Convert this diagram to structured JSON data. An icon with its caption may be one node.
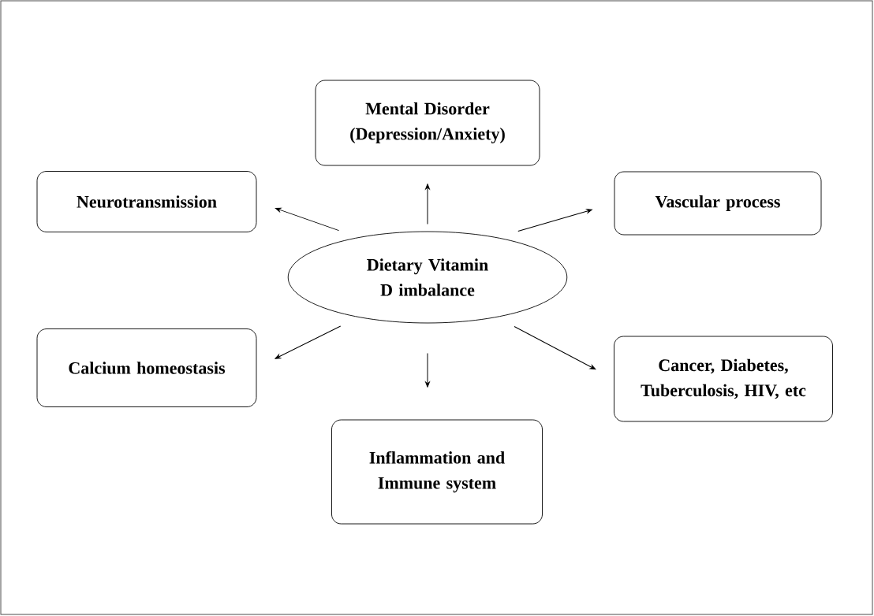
{
  "diagram": {
    "nodes": [
      {
        "text": [
          "Dietary Vitamin D imbalance"
        ]
      },
      {
        "text": [
          "Mental Disorder (Depression/Anxiety)"
        ]
      },
      {
        "text": [
          "Neurotransmission"
        ]
      },
      {
        "text": [
          "Vascular process"
        ]
      },
      {
        "text": [
          "Calcium homeostasis"
        ]
      },
      {
        "text": [
          "Cancer, Diabetes, Tuberculosis, HIV, etc"
        ]
      },
      {
        "text": [
          "Inflammation and Immune system"
        ]
      }
    ],
    "edges": [
      {
        "from": 0,
        "to": 1,
        "arrow": "to"
      },
      {
        "from": 0,
        "to": 2,
        "arrow": "to"
      },
      {
        "from": 0,
        "to": 3,
        "arrow": "to"
      },
      {
        "from": 0,
        "to": 4,
        "arrow": "to"
      },
      {
        "from": 0,
        "to": 5,
        "arrow": "to"
      },
      {
        "from": 0,
        "to": 6,
        "arrow": "to"
      }
    ]
  }
}
